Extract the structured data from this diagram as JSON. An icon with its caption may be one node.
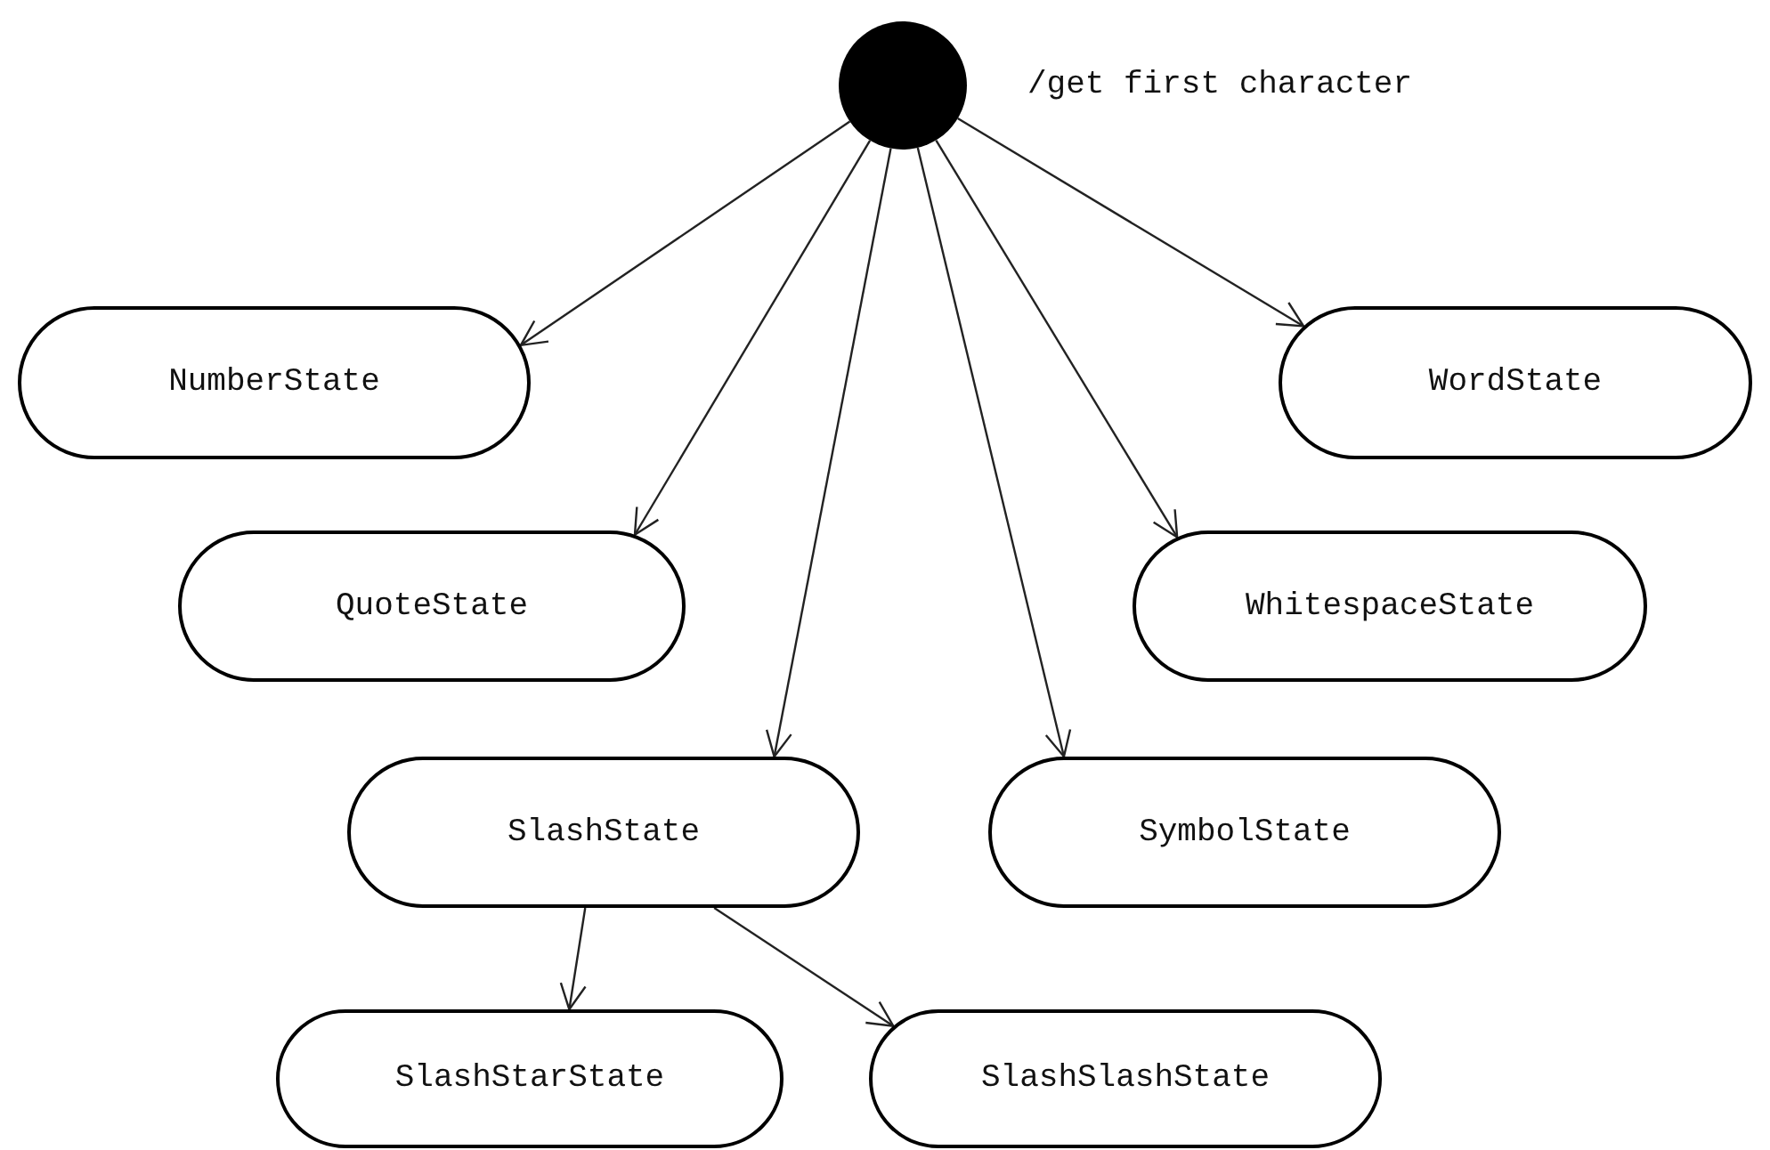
{
  "diagram": {
    "nodes": [
      {
        "text": [],
        "shape": "circle",
        "beside": [
          "/get first character"
        ]
      },
      {
        "text": [
          "NumberState"
        ]
      },
      {
        "text": [
          "WordState"
        ]
      },
      {
        "text": [
          "QuoteState"
        ]
      },
      {
        "text": [
          "WhitespaceState"
        ]
      },
      {
        "text": [
          "SlashState"
        ]
      },
      {
        "text": [
          "SymbolState"
        ]
      },
      {
        "text": [
          "SlashStarState"
        ]
      },
      {
        "text": [
          "SlashSlashState"
        ]
      }
    ],
    "edges": [
      {
        "from": 0,
        "to": 1,
        "arrow": "to"
      },
      {
        "from": 0,
        "to": 3,
        "arrow": "to"
      },
      {
        "from": 0,
        "to": 5,
        "arrow": "to"
      },
      {
        "from": 0,
        "to": 6,
        "arrow": "to"
      },
      {
        "from": 0,
        "to": 4,
        "arrow": "to"
      },
      {
        "from": 0,
        "to": 2,
        "arrow": "to"
      },
      {
        "from": 5,
        "to": 7,
        "arrow": "to"
      },
      {
        "from": 5,
        "to": 8,
        "arrow": "to"
      }
    ]
  }
}
